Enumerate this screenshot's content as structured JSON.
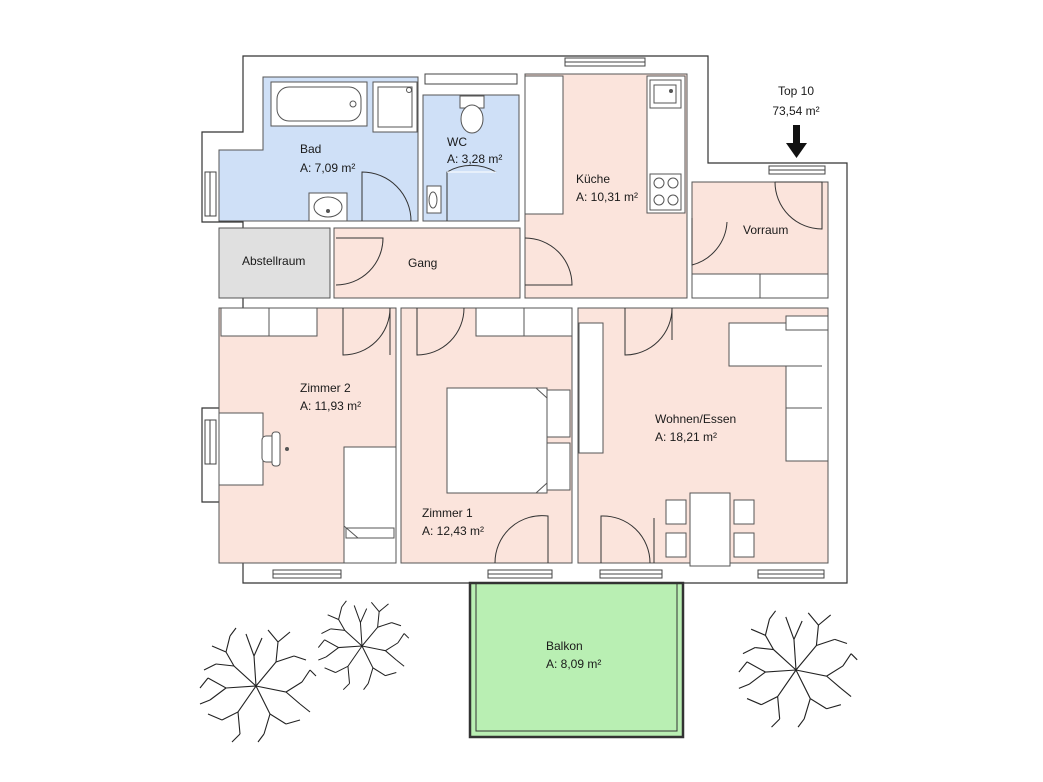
{
  "unit": {
    "name": "Top 10",
    "area": "73,54 m²"
  },
  "rooms": {
    "bad": {
      "name": "Bad",
      "area": "A: 7,09 m²"
    },
    "wc": {
      "name": "WC",
      "area": "A: 3,28 m²"
    },
    "kueche": {
      "name": "Küche",
      "area": "A: 10,31 m²"
    },
    "vorraum": {
      "name": "Vorraum"
    },
    "abstellraum": {
      "name": "Abstellraum"
    },
    "gang": {
      "name": "Gang"
    },
    "zimmer2": {
      "name": "Zimmer 2",
      "area": "A: 11,93 m²"
    },
    "zimmer1": {
      "name": "Zimmer 1",
      "area": "A: 12,43 m²"
    },
    "wohnen": {
      "name": "Wohnen/Essen",
      "area": "A: 18,21 m²"
    },
    "balkon": {
      "name": "Balkon",
      "area": "A: 8,09 m²"
    }
  },
  "colors": {
    "wet_room": "#cfe0f7",
    "living_room": "#fbe4dc",
    "storage": "#e0e0e0",
    "balcony": "#b9efb3",
    "wall": "#ffffff",
    "outline": "#333333"
  },
  "icons": [
    "entrance-arrow-icon",
    "tree-icon",
    "bathtub-icon",
    "toilet-icon",
    "sink-icon",
    "stove-icon",
    "bed-icon",
    "sofa-icon",
    "dining-table-icon",
    "desk-chair-icon"
  ]
}
